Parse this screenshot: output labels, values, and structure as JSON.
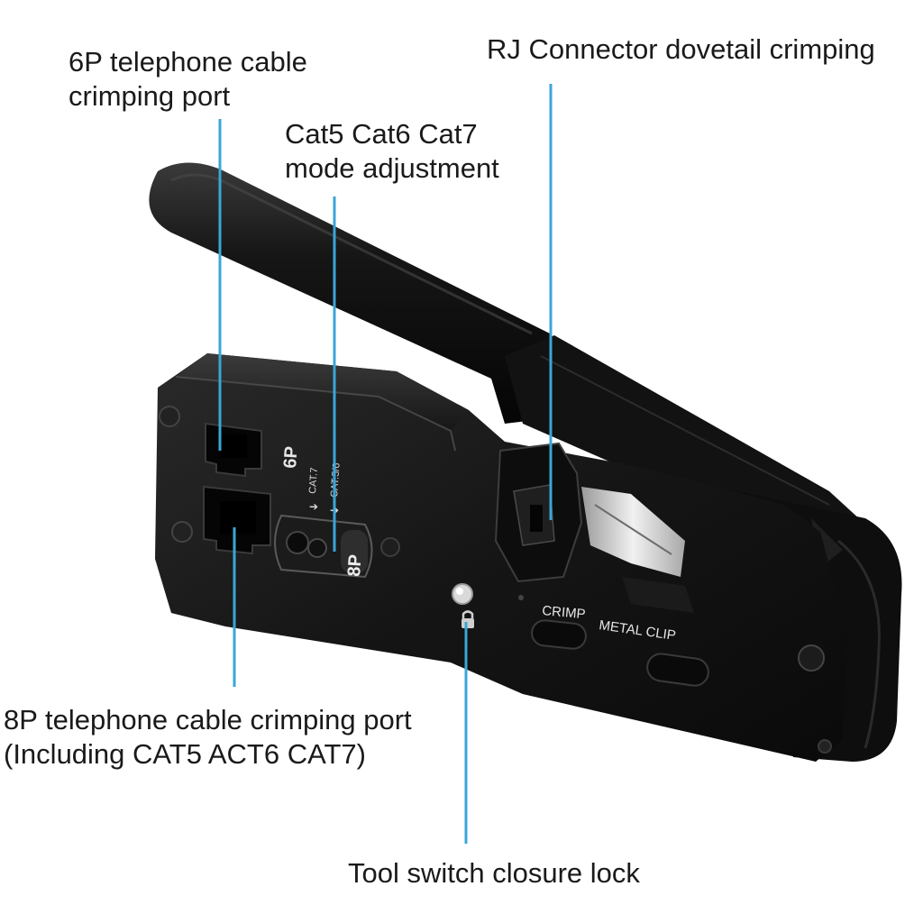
{
  "labels": {
    "six_p": {
      "line1": "6P telephone cable",
      "line2": "crimping port"
    },
    "mode": {
      "line1": "Cat5 Cat6 Cat7",
      "line2": "mode adjustment"
    },
    "rj": {
      "line1": "RJ Connector dovetail crimping"
    },
    "eight_p": {
      "line1": "8P telephone cable crimping port",
      "line2": "(Including CAT5 ACT6 CAT7)"
    },
    "lock": {
      "line1": "Tool switch closure lock"
    }
  },
  "tool_markings": {
    "six_p": "6P",
    "eight_p": "8P",
    "cat7": "CAT.7",
    "cat56": "CAT.5/6",
    "crimp": "CRIMP",
    "metal_clip": "METAL CLIP"
  },
  "colors": {
    "callout_line": "#3aa6d8",
    "tool_body": "#141414",
    "grip": "#0d0d0d",
    "marking": "#e6e6e6"
  }
}
